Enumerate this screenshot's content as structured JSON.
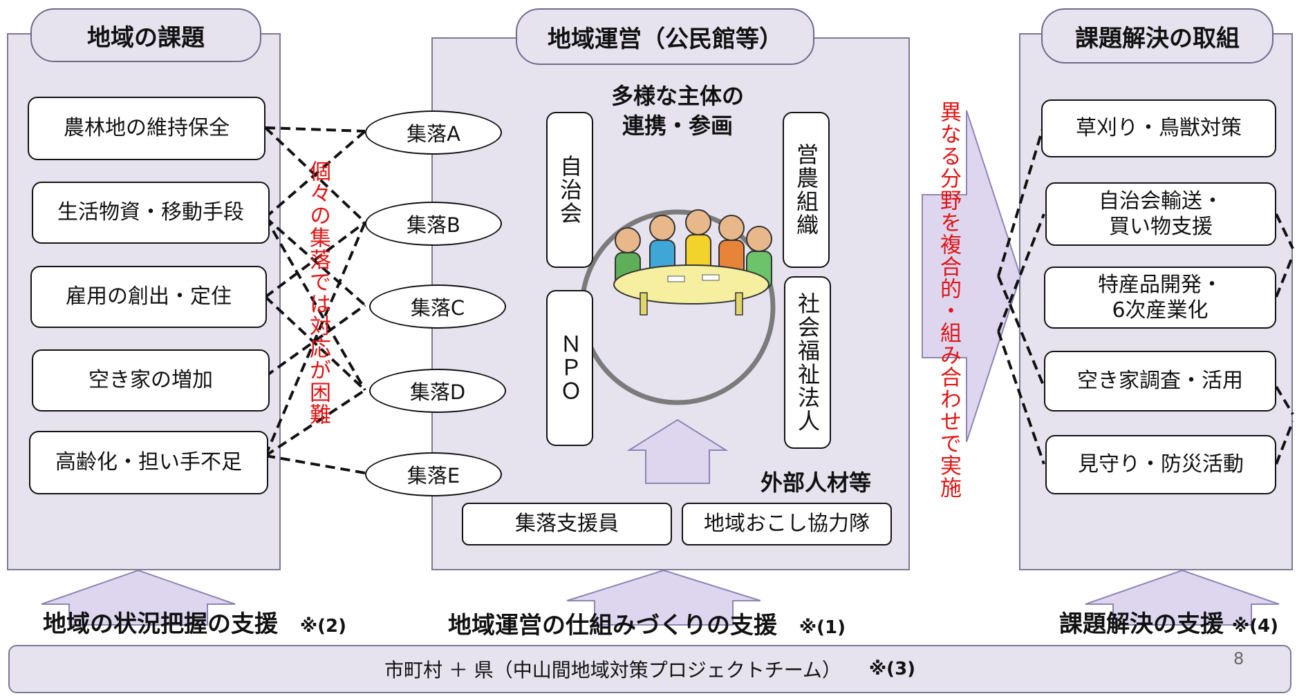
{
  "panels": {
    "left_title": "地域の課題",
    "center_title": "地域運営（公民館等）",
    "right_title": "課題解決の取組"
  },
  "issues": [
    "農林地の維持保全",
    "生活物資・移動手段",
    "雇用の創出・定住",
    "空き家の増加",
    "高齢化・担い手不足"
  ],
  "villages": [
    "集落A",
    "集落B",
    "集落C",
    "集落D",
    "集落E"
  ],
  "village_note": "個々の集落では対応が困難",
  "center": {
    "heading_line1": "多様な主体の",
    "heading_line2": "連携・参画",
    "actors": [
      "自治会",
      "ＮＰＯ",
      "営農組織",
      "社会福祉法人"
    ],
    "external_label": "外部人材等",
    "external_items": [
      "集落支援員",
      "地域おこし協力隊"
    ]
  },
  "arrow_note": "異なる分野を複合的・組み合わせで実施",
  "solutions": [
    {
      "line1": "草刈り・鳥獣対策",
      "line2": ""
    },
    {
      "line1": "自治会輸送・",
      "line2": "買い物支援"
    },
    {
      "line1": "特産品開発・",
      "line2": "6次産業化"
    },
    {
      "line1": "空き家調査・活用",
      "line2": ""
    },
    {
      "line1": "見守り・防災活動",
      "line2": ""
    }
  ],
  "supports": {
    "left": "地域の状況把握の支援",
    "left_note": "※(2)",
    "center": "地域運営の仕組みづくりの支援",
    "center_note": "※(1)",
    "right": "課題解決の支援",
    "right_note": "※(4)"
  },
  "footer": {
    "text": "市町村 ＋ 県（中山間地域対策プロジェクトチーム）",
    "note": "※(3)"
  },
  "page_number": "8",
  "colors": {
    "panel": "#e6e3ef",
    "arrow": "#ddd6ee",
    "arrow_border": "#8e84b5",
    "red_text": "#e01515"
  }
}
